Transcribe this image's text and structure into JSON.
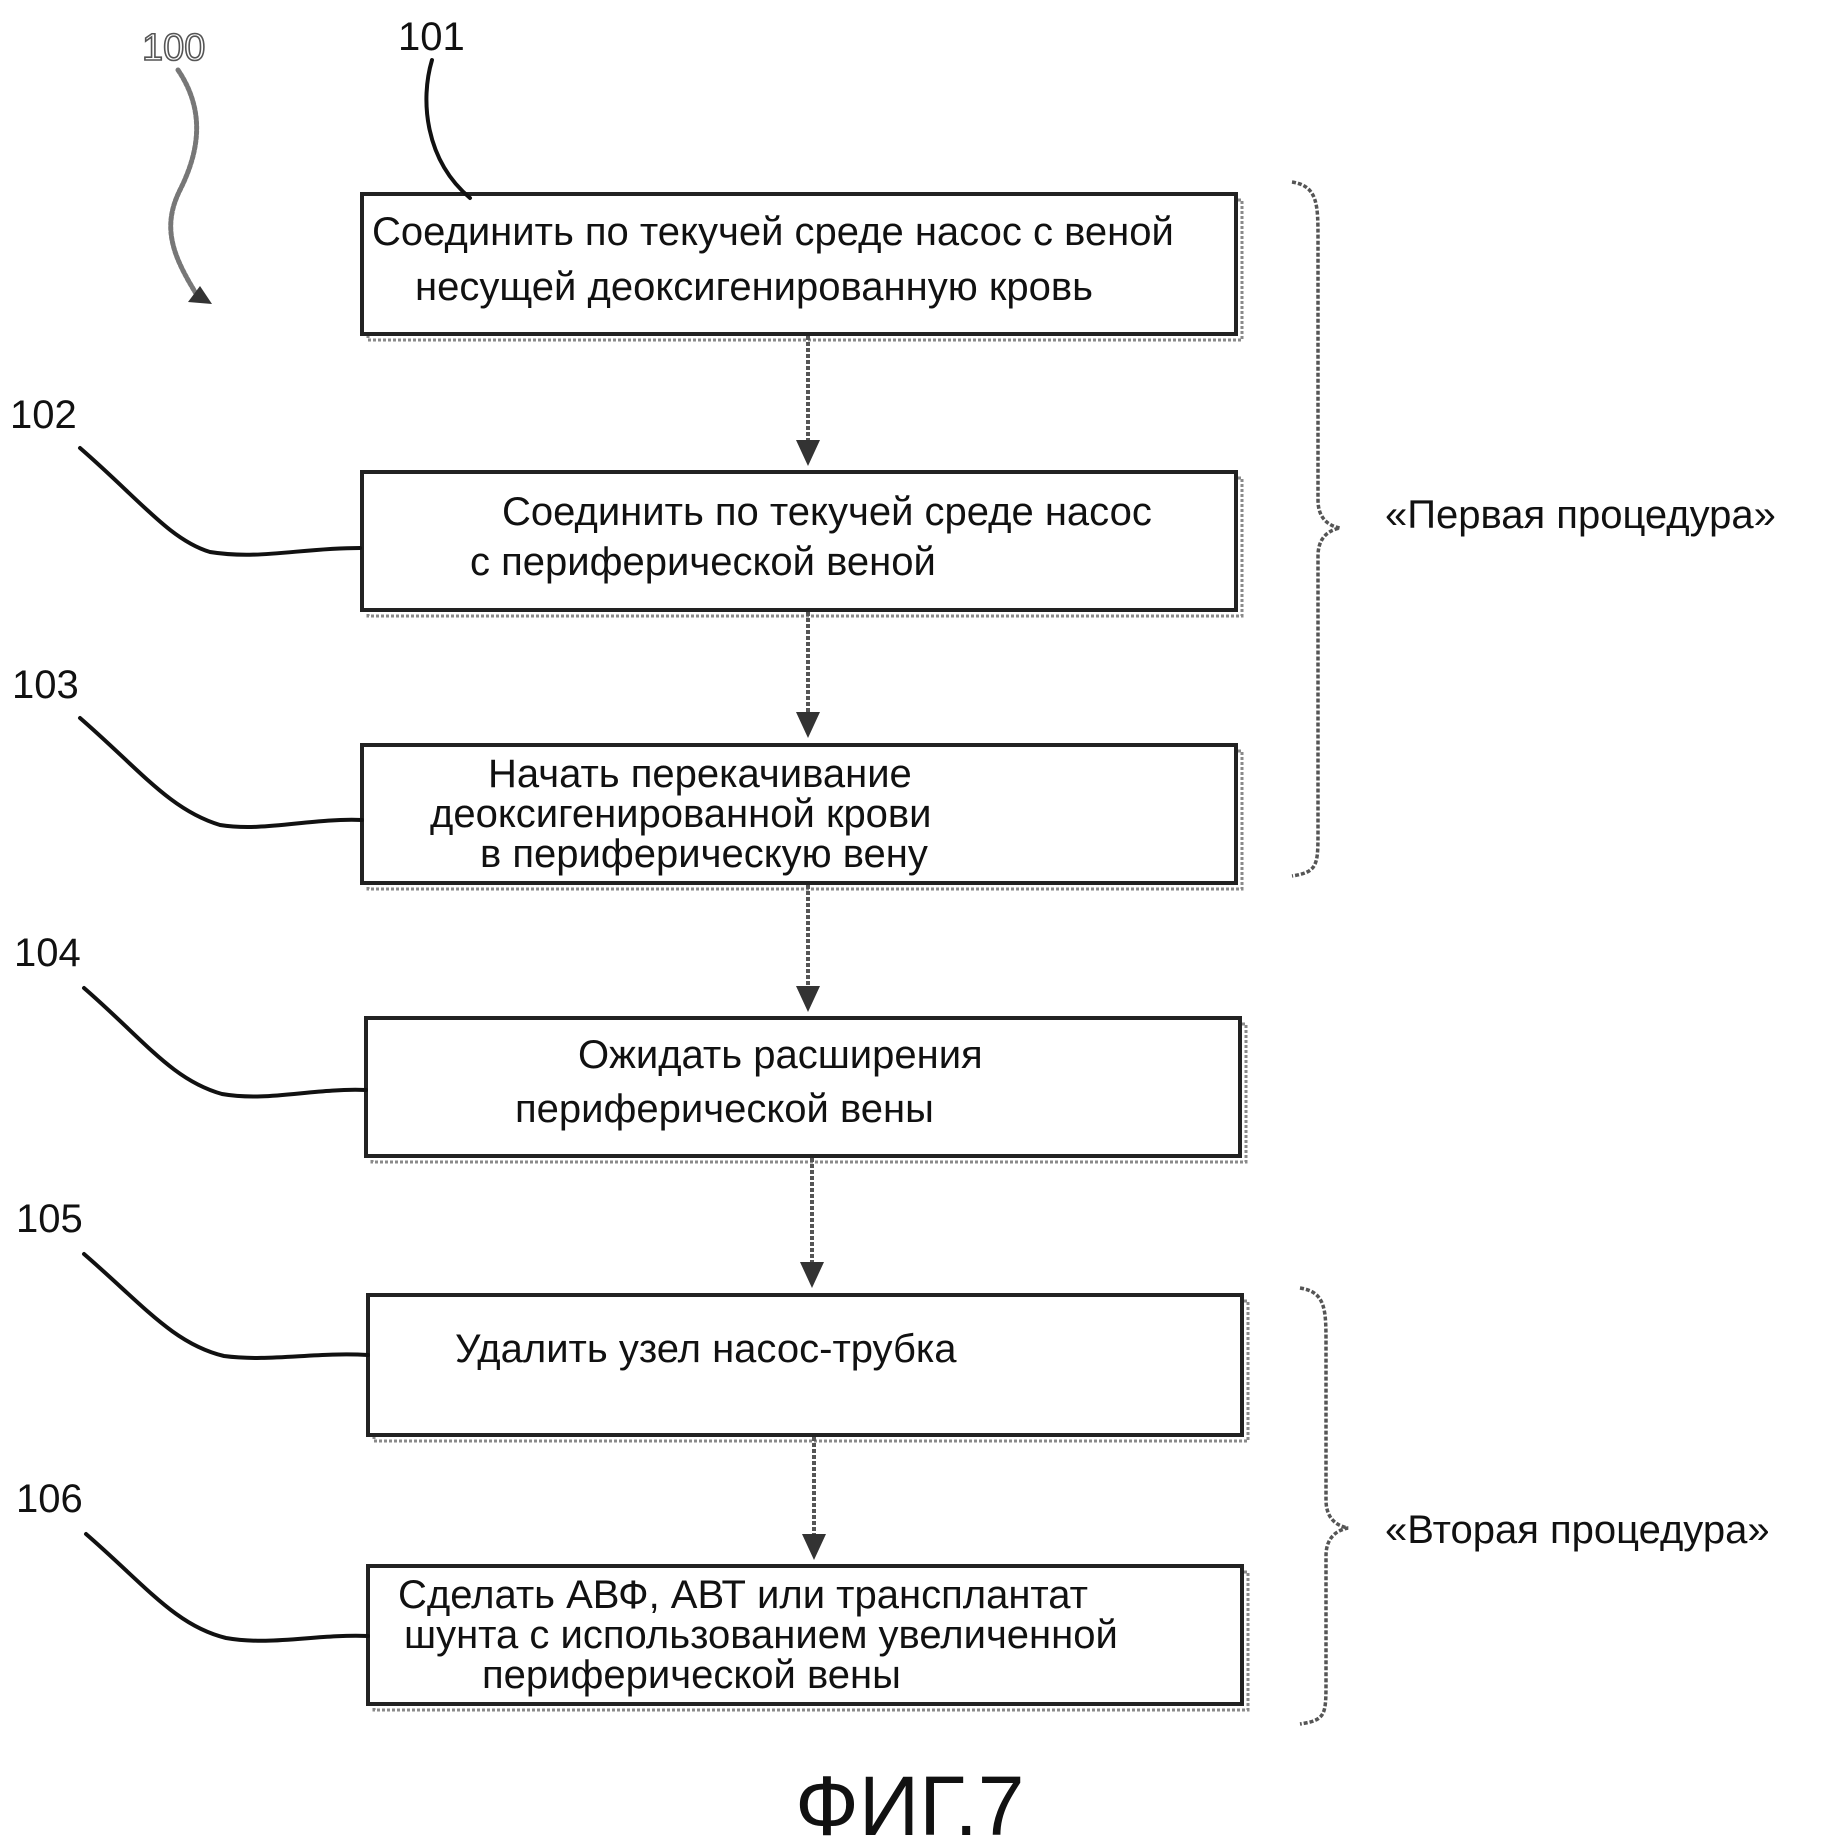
{
  "figure": {
    "caption": "ФИГ.7",
    "overall_ref": "100"
  },
  "steps": [
    {
      "ref": "101",
      "lines": [
        "Соединить по текучей среде насос с веной",
        "несущей деоксигенированную кровь"
      ]
    },
    {
      "ref": "102",
      "lines": [
        "Соединить по текучей среде насос",
        "с периферической веной"
      ]
    },
    {
      "ref": "103",
      "lines": [
        "Начать перекачивание",
        "деоксигенированной крови",
        "в периферическую вену"
      ]
    },
    {
      "ref": "104",
      "lines": [
        "Ожидать расширения",
        "периферической вены"
      ]
    },
    {
      "ref": "105",
      "lines": [
        "Удалить узел насос-трубка"
      ]
    },
    {
      "ref": "106",
      "lines": [
        "Сделать АВФ, АВТ или трансплантат",
        "шунта с использованием увеличенной",
        "периферической вены"
      ]
    }
  ],
  "groups": [
    {
      "label": "«Первая процедура»"
    },
    {
      "label": "«Вторая процедура»"
    }
  ]
}
